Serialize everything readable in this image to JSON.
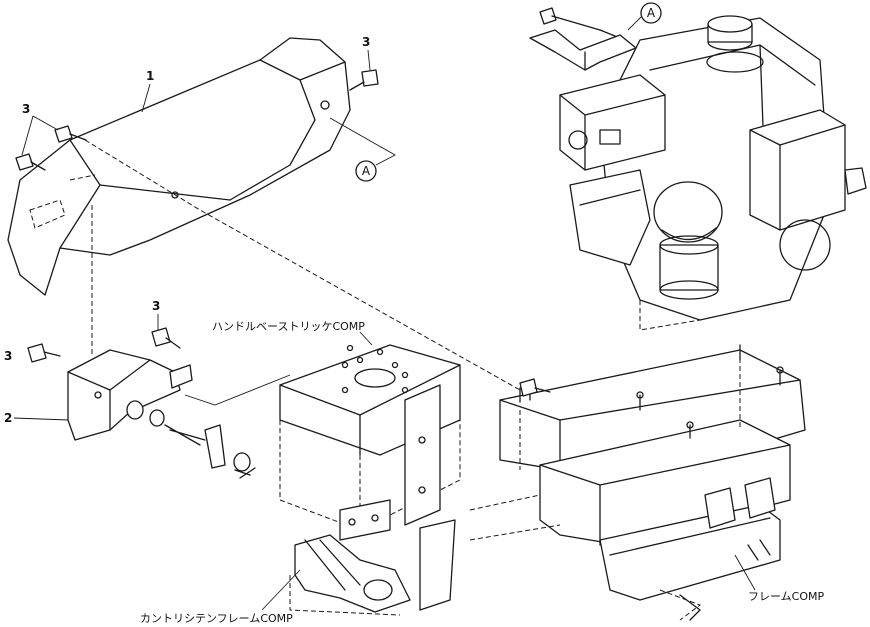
{
  "callouts": {
    "part1": "1",
    "part2": "2",
    "part3_a": "3",
    "part3_b": "3",
    "part3_c": "3",
    "part3_d": "3",
    "ref_a_top": "A",
    "ref_a_mid": "A"
  },
  "labels": {
    "handle_base": "ハンドルベーストリッケCOMP",
    "frame": "フレームCOMP",
    "tension_frame": "カントリシテンフレームCOMP"
  }
}
